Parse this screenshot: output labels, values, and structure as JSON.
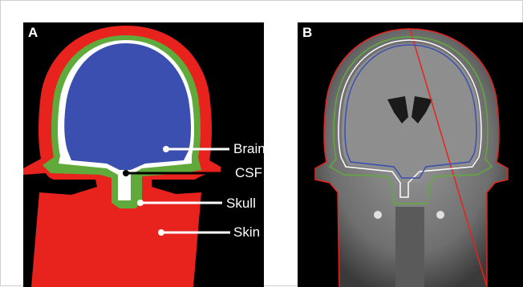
{
  "panels": {
    "a": {
      "letter": "A"
    },
    "b": {
      "letter": "B"
    }
  },
  "labels": {
    "brain": "Brain",
    "csf": "CSF",
    "skull": "Skull",
    "skin": "Skin"
  },
  "colors": {
    "brain": "#3a4fb0",
    "csf": "#ffffff",
    "skull": "#5faa3a",
    "skin": "#e8221c",
    "background": "#000000"
  }
}
